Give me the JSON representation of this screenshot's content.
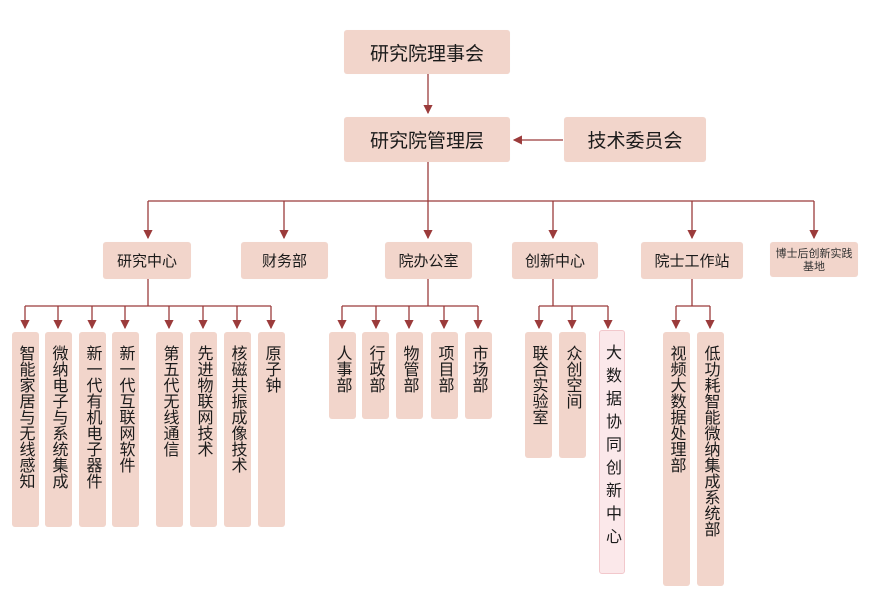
{
  "top": {
    "label": "研究院理事会"
  },
  "management": {
    "label": "研究院管理层"
  },
  "tech_committee": {
    "label": "技术委员会"
  },
  "departments": [
    {
      "label": "研究中心"
    },
    {
      "label": "财务部"
    },
    {
      "label": "院办公室"
    },
    {
      "label": "创新中心"
    },
    {
      "label": "院士工作站"
    },
    {
      "label": "博士后创新实践基地"
    }
  ],
  "research_units": [
    {
      "label": "智能家居与无线感知"
    },
    {
      "label": "微纳电子与系统集成"
    },
    {
      "label": "新一代有机电子器件"
    },
    {
      "label": "新一代互联网软件"
    },
    {
      "label": "第五代无线通信"
    },
    {
      "label": "先进物联网技术"
    },
    {
      "label": "核磁共振成像技术"
    },
    {
      "label": "原子钟"
    }
  ],
  "office_units": [
    {
      "label": "人事部"
    },
    {
      "label": "行政部"
    },
    {
      "label": "物管部"
    },
    {
      "label": "项目部"
    },
    {
      "label": "市场部"
    }
  ],
  "innovation_units": [
    {
      "label": "联合实验室"
    },
    {
      "label": "众创空间"
    },
    {
      "label": "大数据协同创新中心"
    }
  ],
  "academician_units": [
    {
      "label": "视频大数据处理部"
    },
    {
      "label": "低功耗智能微纳集成系统部"
    }
  ],
  "colors": {
    "box": "#f2d5cb",
    "line": "#9b3b3b",
    "highlight_box": "#fbe8ea"
  }
}
